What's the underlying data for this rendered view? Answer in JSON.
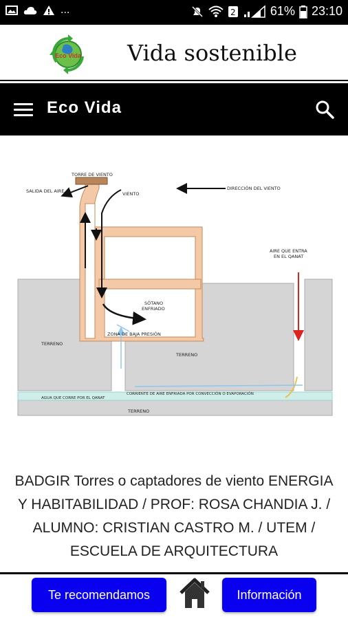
{
  "status": {
    "battery": "61%",
    "time": "23:10",
    "ellipsis": "..."
  },
  "brand": {
    "title": "Vida sostenible",
    "logo_text": "Eco Vida"
  },
  "nav": {
    "title": "Eco Vida"
  },
  "diagram": {
    "labels": {
      "torre": "TORRE DE VIENTO",
      "salida": "SALIDA DEL AIRE",
      "viento": "VIENTO",
      "direccion": "DIRECCIÓN DEL VIENTO",
      "aire_entra_1": "AIRE QUE ENTRA",
      "aire_entra_2": "EN EL QANAT",
      "sotano_1": "SÓTANO",
      "sotano_2": "ENFRIADO",
      "zona": "ZONA DE BAJA PRESIÓN",
      "terreno_left": "TERRENO",
      "terreno_mid": "TERRENO",
      "terreno_bottom": "TERRENO",
      "corriente": "CORRIENTE DE AIRE ENFRIADA POR CONVECCIÓN O EVAPORACIÓN",
      "agua": "AGUA QUE CORRE POR EL QANAT"
    }
  },
  "caption": "BADGIR Torres o captadores de viento ENERGIA Y HABITABILIDAD / PROF: ROSA CHANDIA J. / ALUMNO: CRISTIAN CASTRO M. / UTEM / ESCUELA DE ARQUITECTURA",
  "bottom": {
    "recommend_label": "Te recomendamos",
    "info_label": "Información"
  },
  "colors": {
    "button": "#0a00f0",
    "bar": "#000000",
    "tower": "#f4c9a8",
    "ground": "#d5d5d5"
  }
}
